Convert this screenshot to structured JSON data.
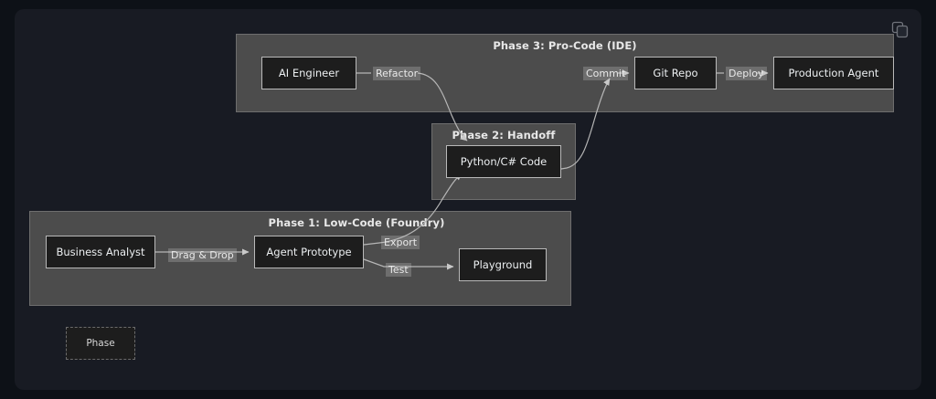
{
  "canvas": {
    "background_color": "#181b23",
    "page_background_color": "#0d1117"
  },
  "toolbar": {
    "copy_icon_name": "copy-icon",
    "copy_icon_title": "Copy"
  },
  "clusters": [
    {
      "id": "phase3",
      "title": "Phase 3: Pro-Code (IDE)"
    },
    {
      "id": "phase2",
      "title": "Phase 2: Handoff"
    },
    {
      "id": "phase1",
      "title": "Phase 1: Low-Code (Foundry)"
    }
  ],
  "nodes": [
    {
      "id": "business-analyst",
      "label": "Business Analyst",
      "cluster": "phase1"
    },
    {
      "id": "agent-prototype",
      "label": "Agent Prototype",
      "cluster": "phase1"
    },
    {
      "id": "playground",
      "label": "Playground",
      "cluster": "phase1"
    },
    {
      "id": "python-code",
      "label": "Python/C# Code",
      "cluster": "phase2"
    },
    {
      "id": "ai-engineer",
      "label": "AI Engineer",
      "cluster": "phase3"
    },
    {
      "id": "git-repo",
      "label": "Git Repo",
      "cluster": "phase3"
    },
    {
      "id": "production-agent",
      "label": "Production Agent",
      "cluster": "phase3"
    }
  ],
  "edges": [
    {
      "id": "drag-drop",
      "label": "Drag & Drop",
      "from": "business-analyst",
      "to": "agent-prototype"
    },
    {
      "id": "export",
      "label": "Export",
      "from": "agent-prototype",
      "to": "python-code"
    },
    {
      "id": "test",
      "label": "Test",
      "from": "agent-prototype",
      "to": "playground"
    },
    {
      "id": "refactor",
      "label": "Refactor",
      "from": "ai-engineer",
      "to": "python-code"
    },
    {
      "id": "commit",
      "label": "Commit",
      "from": "python-code",
      "to": "git-repo"
    },
    {
      "id": "deploy",
      "label": "Deploy",
      "from": "git-repo",
      "to": "production-agent"
    }
  ],
  "legend": {
    "phase_label": "Phase"
  },
  "colors": {
    "cluster_fill": "#4c4c4c",
    "cluster_border": "#6e6e6e",
    "node_fill": "#1d1d1d",
    "node_border": "#b9b9b9",
    "edge_stroke": "#b6b6b6",
    "text": "#eceff1"
  }
}
